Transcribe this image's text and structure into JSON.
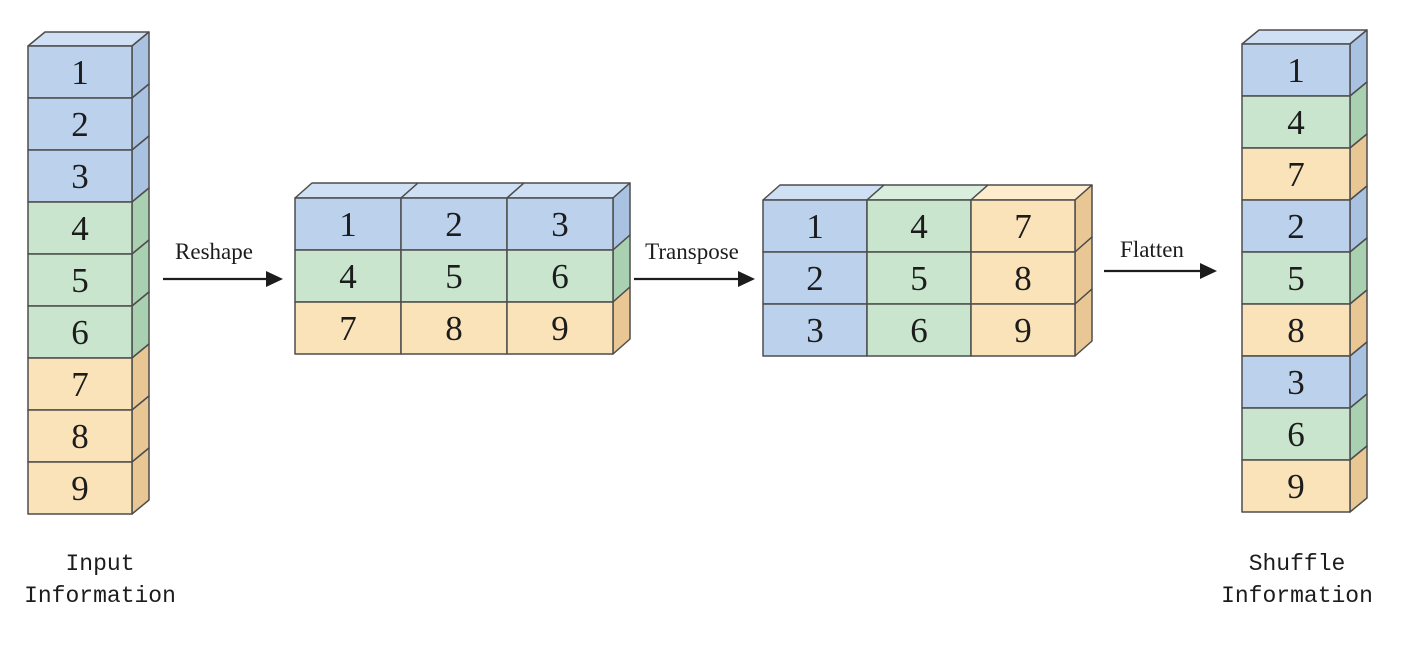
{
  "diagram": {
    "palette": {
      "blue_front": "#bcd1eb",
      "green_front": "#c9e5cd",
      "tan_front": "#fbe3b9",
      "blue_top": "#cfdff4",
      "green_top": "#d9eedd",
      "tan_top": "#fdeccd",
      "blue_side": "#aac2e2",
      "green_side": "#a9d0b0",
      "tan_side": "#e9c795",
      "edge": "#4d4d4d",
      "text": "#1c1c1c",
      "arrow": "#1c1c1c"
    },
    "input_stack": {
      "label": [
        "Input",
        "Information"
      ],
      "cells": [
        {
          "value": "1",
          "color": "blue"
        },
        {
          "value": "2",
          "color": "blue"
        },
        {
          "value": "3",
          "color": "blue"
        },
        {
          "value": "4",
          "color": "green"
        },
        {
          "value": "5",
          "color": "green"
        },
        {
          "value": "6",
          "color": "green"
        },
        {
          "value": "7",
          "color": "tan"
        },
        {
          "value": "8",
          "color": "tan"
        },
        {
          "value": "9",
          "color": "tan"
        }
      ]
    },
    "operations": {
      "reshape": "Reshape",
      "transpose": "Transpose",
      "flatten": "Flatten"
    },
    "reshape_matrix": {
      "rows": [
        [
          "1",
          "2",
          "3"
        ],
        [
          "4",
          "5",
          "6"
        ],
        [
          "7",
          "8",
          "9"
        ]
      ],
      "row_colors": [
        "blue",
        "green",
        "tan"
      ]
    },
    "transpose_matrix": {
      "rows": [
        [
          "1",
          "4",
          "7"
        ],
        [
          "2",
          "5",
          "8"
        ],
        [
          "3",
          "6",
          "9"
        ]
      ],
      "column_colors": [
        "blue",
        "green",
        "tan"
      ]
    },
    "shuffle_stack": {
      "label": [
        "Shuffle",
        "Information"
      ],
      "cells": [
        {
          "value": "1",
          "color": "blue"
        },
        {
          "value": "4",
          "color": "green"
        },
        {
          "value": "7",
          "color": "tan"
        },
        {
          "value": "2",
          "color": "blue"
        },
        {
          "value": "5",
          "color": "green"
        },
        {
          "value": "8",
          "color": "tan"
        },
        {
          "value": "3",
          "color": "blue"
        },
        {
          "value": "6",
          "color": "green"
        },
        {
          "value": "9",
          "color": "tan"
        }
      ]
    }
  }
}
